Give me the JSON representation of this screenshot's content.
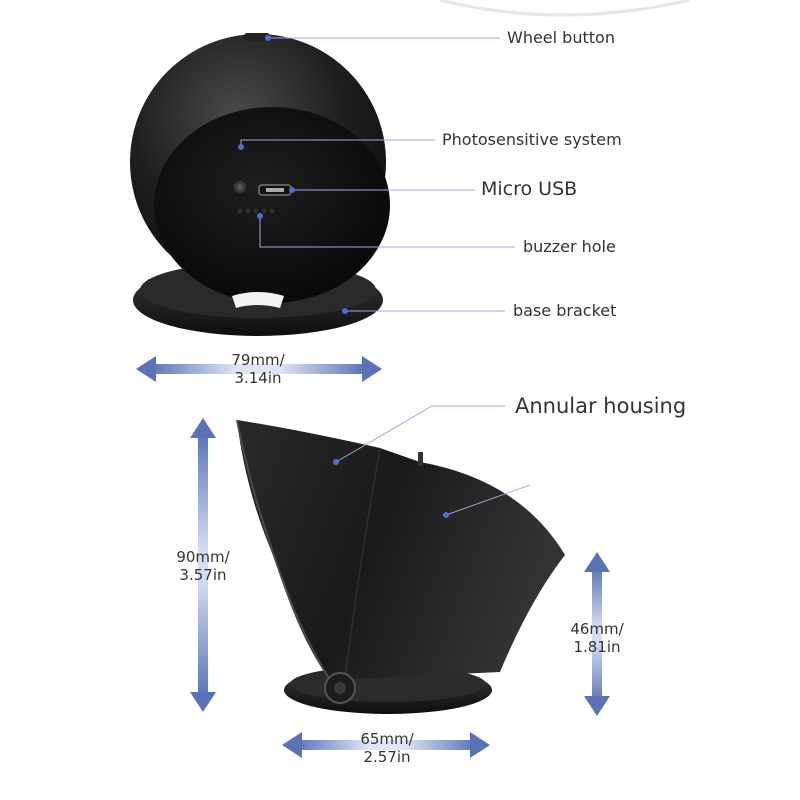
{
  "callouts": {
    "wheel_button": "Wheel button",
    "photosensitive_system": "Photosensitive system",
    "micro_usb": "Micro USB",
    "buzzer_hole": "buzzer hole",
    "base_bracket": "base bracket",
    "annular_housing": "Annular housing"
  },
  "dimensions": {
    "width_front": {
      "metric": "79mm/",
      "imperial": "3.14in"
    },
    "height_total": {
      "metric": "90mm/",
      "imperial": "3.57in"
    },
    "height_front": {
      "metric": "46mm/",
      "imperial": "1.81in"
    },
    "depth_base": {
      "metric": "65mm/",
      "imperial": "2.57in"
    }
  },
  "colors": {
    "arrow": "#5b72b8",
    "device": "#1a1a1a",
    "leader_line": "#9aaed8",
    "dot": "#4f6fd0"
  }
}
